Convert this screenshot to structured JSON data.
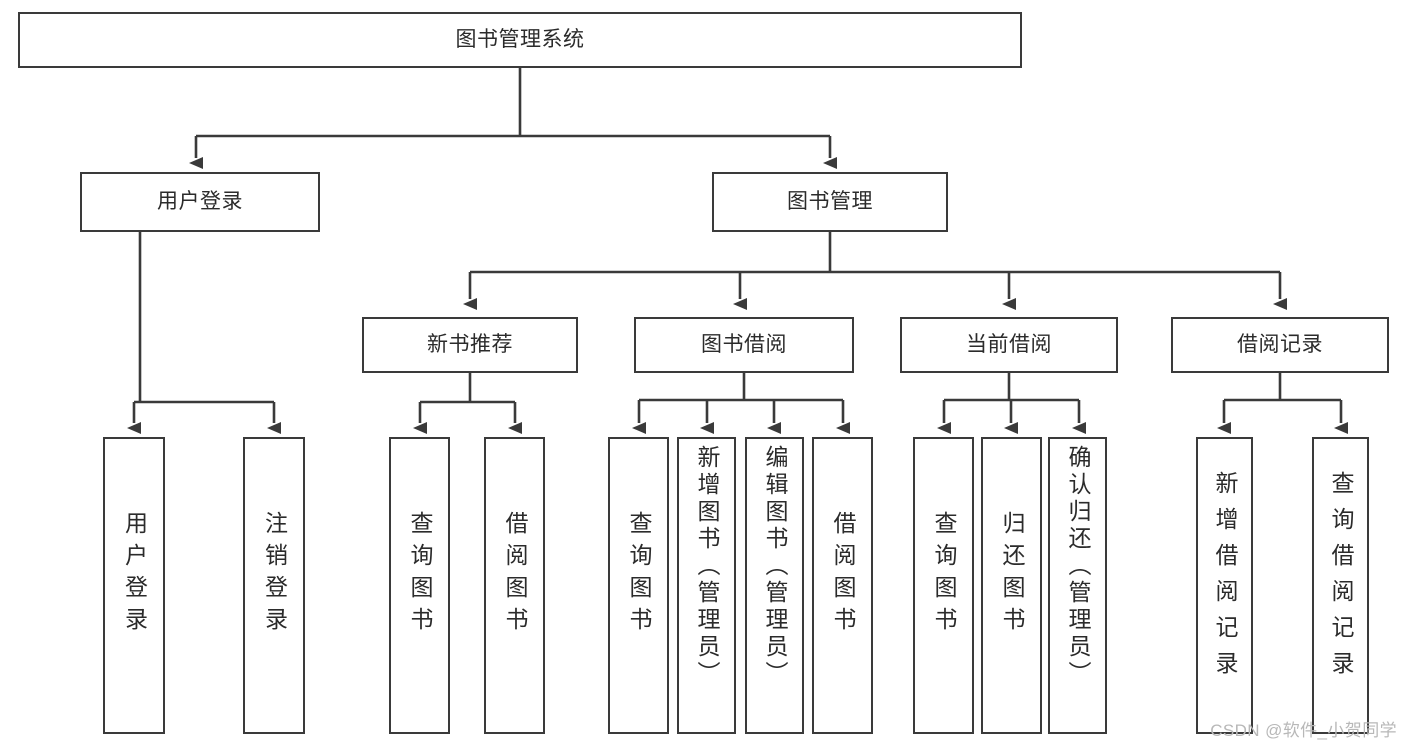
{
  "diagram": {
    "type": "tree-flowchart",
    "title": "图书管理系统",
    "orientation": "top-down",
    "nodes": {
      "root": {
        "label": "图书管理系统"
      },
      "level2": [
        {
          "label": "用户登录"
        },
        {
          "label": "图书管理"
        }
      ],
      "level3": [
        {
          "label": "新书推荐"
        },
        {
          "label": "图书借阅"
        },
        {
          "label": "当前借阅"
        },
        {
          "label": "借阅记录"
        }
      ],
      "leaves_user_login": [
        {
          "label": "用户登录"
        },
        {
          "label": "注销登录"
        }
      ],
      "leaves_new_book": [
        {
          "label": "查询图书"
        },
        {
          "label": "借阅图书"
        }
      ],
      "leaves_borrow": [
        {
          "label": "查询图书"
        },
        {
          "label": "新增图书（管理员）"
        },
        {
          "label": "编辑图书（管理员）"
        },
        {
          "label": "借阅图书"
        }
      ],
      "leaves_current": [
        {
          "label": "查询图书"
        },
        {
          "label": "归还图书"
        },
        {
          "label": "确认归还（管理员）"
        }
      ],
      "leaves_records": [
        {
          "label": "新增借阅记录"
        },
        {
          "label": "查询借阅记录"
        }
      ]
    },
    "colors": {
      "box_border": "#3a3a3a",
      "box_fill": "#ffffff",
      "connector": "#3a3a3a",
      "text": "#2b2b2b",
      "watermark": "#b8b8b8"
    }
  },
  "watermark": {
    "text": "CSDN @软件_小贺同学"
  }
}
